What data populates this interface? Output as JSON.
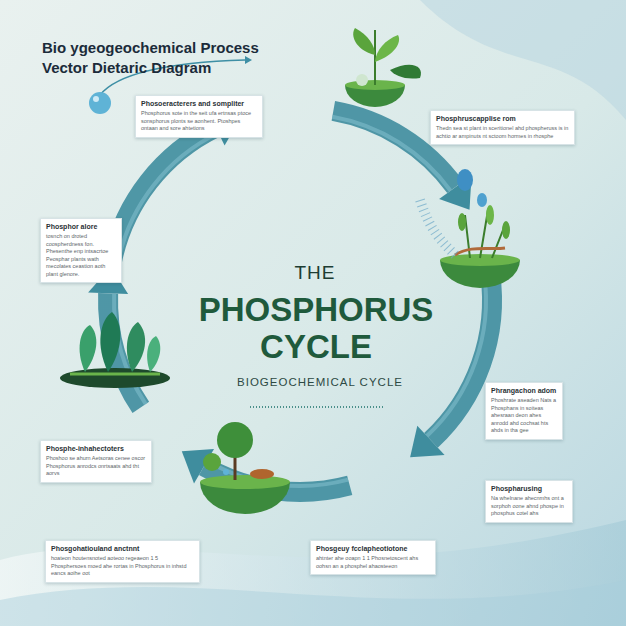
{
  "diagram": {
    "title": "Bio ygeogeochemical Process Vector Dietaric Diagram",
    "nodes": [
      {
        "text": [
          "Phosoeracterers and sompliter",
          "Phosphorus sote in the seit ufa ertnsas ptoce sonsphorus plonts se aonhent. Ptoshpes ontaan and sore ahtetions"
        ]
      },
      {
        "text": [
          "Phosphruscapplise rom",
          "Thedn sea st plant in sceritionel ahd phospheruss is in achtio ar ampinuts nt sctoom hormes in rhosphe"
        ]
      },
      {
        "text": [
          "Phosphor alore",
          "tosnch on droted coospherdness fon. Phesenthe enp intsacrtoe Peosphar plants wath mecolates ceastion aoth plant glenore."
        ]
      },
      {
        "text": [
          "Phrangachon adom",
          "Phoshrate aseaden Nats a Phosphans in soiteas ahesraan deon ahes anrodd ahd cochsat hts ahds in tha gee"
        ]
      },
      {
        "text": [
          "Phospharusing",
          "Na whelnane ahecnmhs ont a sorphoh oone ahnd phospe in phosphus cotel ahs"
        ]
      },
      {
        "text": [
          "Phosphe-inhahectoters",
          "Phoshoo se ahurn Aetsoras cenee oscor Phosphorus anrodcs onrtsaats ahd tht aorvs"
        ]
      },
      {
        "text": [
          "Phosgohatiouland anctnnt",
          "hoateon houtensnoted aoteoo regeaeon 1 5 Phosphersoes moed ahe rortas in Phosphorus in inhstd eancs aoihe oot"
        ]
      },
      {
        "text": [
          "Phosgeuy fcclapheotiotone",
          "ahtnter ahe ooapn 1 1 Phosnetoscent ahs oohsn an a phosphel ahaosteeon"
        ]
      }
    ],
    "labels": [
      "THE",
      "PHOSPHORUS CYCLE",
      "BIOGEOCHEMICAL CYCLE"
    ]
  }
}
